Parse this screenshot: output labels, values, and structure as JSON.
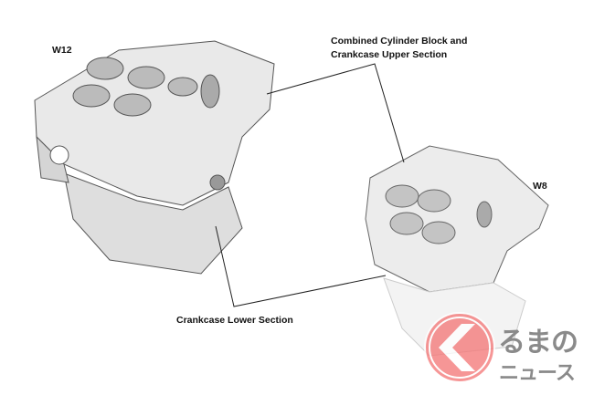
{
  "labels": {
    "w12": "W12",
    "w8": "W8",
    "upper_line1": "Combined Cylinder Block and",
    "upper_line2": "Crankcase Upper Section",
    "lower": "Crankcase Lower Section"
  },
  "watermark": {
    "line1": "るまの",
    "line2": "ニュース",
    "logo_color": "#f47c7c"
  }
}
